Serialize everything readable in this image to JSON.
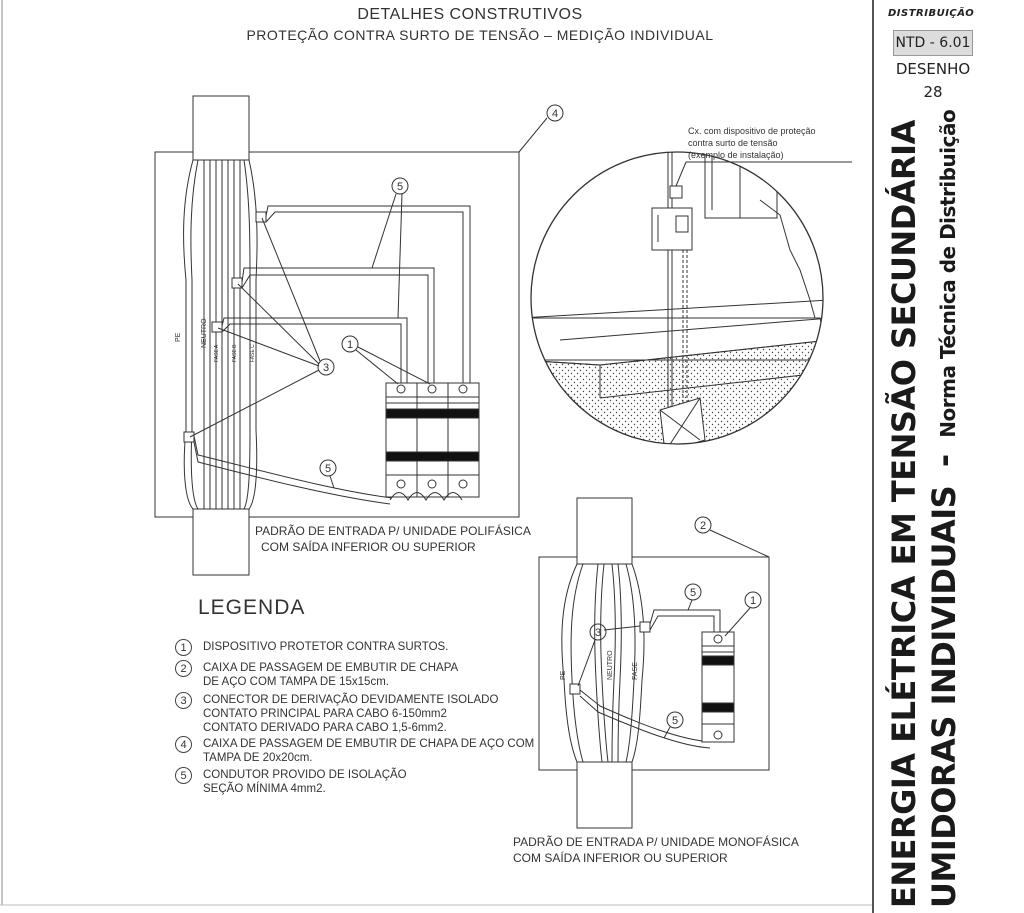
{
  "header": {
    "title": "DETALHES CONSTRUTIVOS",
    "subtitle": "PROTEÇÃO CONTRA SURTO DE TENSÃO – MEDIÇÃO INDIVIDUAL"
  },
  "poly": {
    "caption_line1": "PADRÃO DE ENTRADA P/ UNIDADE POLIFÁSICA",
    "caption_line2": "COM SAÍDA INFERIOR OU SUPERIOR",
    "labels": {
      "pe": "PE",
      "neutro": "NEUTRO",
      "fase_a": "FASE A",
      "fase_b": "FASE B",
      "fase_c": "FASE C"
    },
    "callouts": {
      "c1": "1",
      "c3": "3",
      "c4": "4",
      "c5a": "5",
      "c5b": "5"
    }
  },
  "detail": {
    "note_line1": "Cx. com dispositivo de proteção",
    "note_line2": "contra surto de tensão",
    "note_line3": "(exemplo de instalação)"
  },
  "mono": {
    "caption_line1": "PADRÃO DE ENTRADA P/ UNIDADE MONOFÁSICA",
    "caption_line2": "COM SAÍDA INFERIOR OU SUPERIOR",
    "labels": {
      "pe": "PE",
      "neutro": "NEUTRO",
      "fase": "FASE"
    },
    "callouts": {
      "c1": "1",
      "c2": "2",
      "c3": "3",
      "c5a": "5",
      "c5b": "5"
    }
  },
  "legend": {
    "title": "LEGENDA",
    "items": [
      {
        "num": "1",
        "text": "DISPOSITIVO PROTETOR CONTRA SURTOS."
      },
      {
        "num": "2",
        "text": "CAIXA DE PASSAGEM DE EMBUTIR DE CHAPA\nDE AÇO COM TAMPA DE 15x15cm."
      },
      {
        "num": "3",
        "text": "CONECTOR DE DERIVAÇÃO DEVIDAMENTE ISOLADO\nCONTATO PRINCIPAL PARA CABO 6-150mm2\nCONTATO DERIVADO PARA CABO 1,5-6mm2."
      },
      {
        "num": "4",
        "text": "CAIXA DE PASSAGEM DE EMBUTIR DE CHAPA DE AÇO COM\nTAMPA DE 20x20cm."
      },
      {
        "num": "5",
        "text": "CONDUTOR PROVIDO DE ISOLAÇÃO\nSEÇÃO MÍNIMA 4mm2."
      }
    ]
  },
  "sidebar": {
    "brand": "DISTRIBUIÇÃO",
    "code": "NTD - 6.01",
    "drawing_label": "DESENHO",
    "drawing_number": "28",
    "title_line1": "ENERGIA ELÉTRICA EM TENSÃO SECUNDÁRIA",
    "title_line2": "UMIDORAS INDIVIDUAIS",
    "title_dash": "-",
    "subtitle": "Norma Técnica de Distribuição"
  }
}
